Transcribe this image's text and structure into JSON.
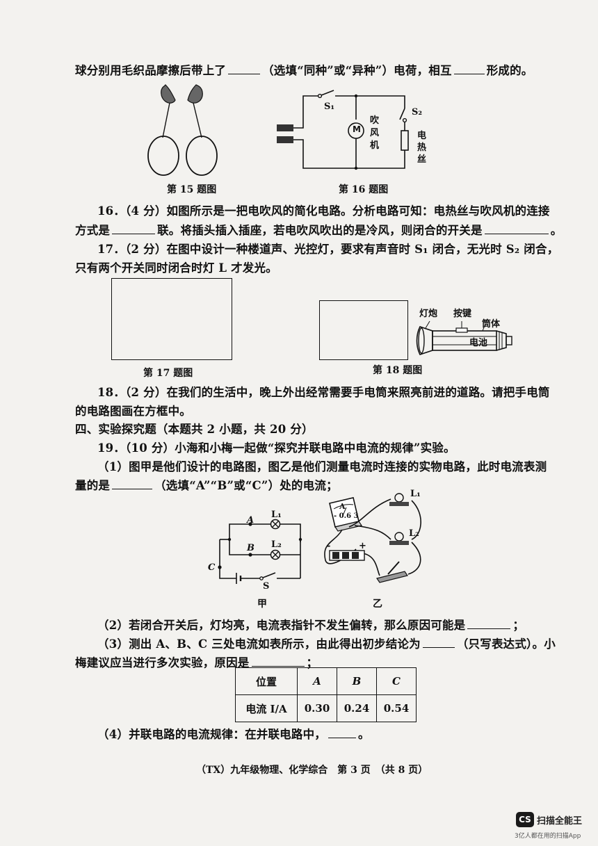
{
  "q15": {
    "line_a": "球分别用毛织品摩擦后带上了",
    "line_b": "（选填“同种”或“异种”）电荷，相互",
    "line_c": "形成的。",
    "caption": "第 15 题图"
  },
  "q16": {
    "labels": {
      "s1": "S₁",
      "s2": "S₂",
      "motor": "M",
      "fan_1": "吹",
      "fan_2": "风",
      "fan_3": "机",
      "heat_1": "电",
      "heat_2": "热",
      "heat_3": "丝"
    },
    "caption": "第 16 题图",
    "text_1": "16．（4 分）如图所示是一把电吹风的简化电路。分析电路可知：电热丝与吹风机的连接",
    "text_2a": "方式是",
    "text_2b": "联。将插头插入插座，若电吹风吹出的是冷风，则闭合的开关是",
    "text_2c": "。"
  },
  "q17": {
    "text_1": "17．（2 分）在图中设计一种楼道声、光控灯，要求有声音时 S₁ 闭合，无光时 S₂ 闭合，",
    "text_2": "只有两个开关同时闭合时灯 L 才发光。",
    "caption": "第 17 题图"
  },
  "q18": {
    "labels": {
      "bulb": "灯炮",
      "key": "按键",
      "tube": "筒体",
      "battery": "电池"
    },
    "caption": "第 18 题图",
    "text_1": "18．（2 分）在我们的生活中，晚上外出经常需要手电筒来照亮前进的道路。请把手电筒",
    "text_2": "的电路图画在方框中。"
  },
  "section4": {
    "title": "四、实验探究题（本题共 2 小题，共 20 分）"
  },
  "q19": {
    "text_1": "19．（10 分）小海和小梅一起做“探究并联电路中电流的规律”实验。",
    "p1_a": "（1）图甲是他们设计的电路图，图乙是他们测量电流时连接的实物电路，此时电流表测",
    "p1_b": "量的是",
    "p1_c": "（选填“A”“B”或“C”）处的电流；",
    "fig_jia": {
      "a": "A",
      "b": "B",
      "c": "C",
      "l1": "L₁",
      "l2": "L₂",
      "s": "S",
      "caption": "甲"
    },
    "fig_yi": {
      "meter": "A",
      "scale": "- 0.6 3",
      "l1": "L₁",
      "l2": "L₂",
      "minus": "-",
      "plus": "+",
      "caption": "乙"
    },
    "p2_a": "（2）若闭合开关后，灯均亮，电流表指针不发生偏转，那么原因可能是",
    "p2_b": "；",
    "p3_a": "（3）测出 A、B、C 三处电流如表所示，由此得出初步结论为",
    "p3_b": "（只写表达式）。小",
    "p3_c": "梅建议应当进行多次实验，原因是",
    "p3_d": "；",
    "table": {
      "header": [
        "位置",
        "A",
        "B",
        "C"
      ],
      "row": [
        "电流 I/A",
        "0.30",
        "0.24",
        "0.54"
      ]
    },
    "p4_a": "（4）并联电路的电流规律：在并联电路中，",
    "p4_b": "。"
  },
  "footer": {
    "text": "（TX）九年级物理、化学综合　第 3 页　（共 8 页）"
  },
  "watermark": {
    "logo": "CS",
    "name": "扫描全能王",
    "tagline": "3亿人都在用的扫描App"
  }
}
